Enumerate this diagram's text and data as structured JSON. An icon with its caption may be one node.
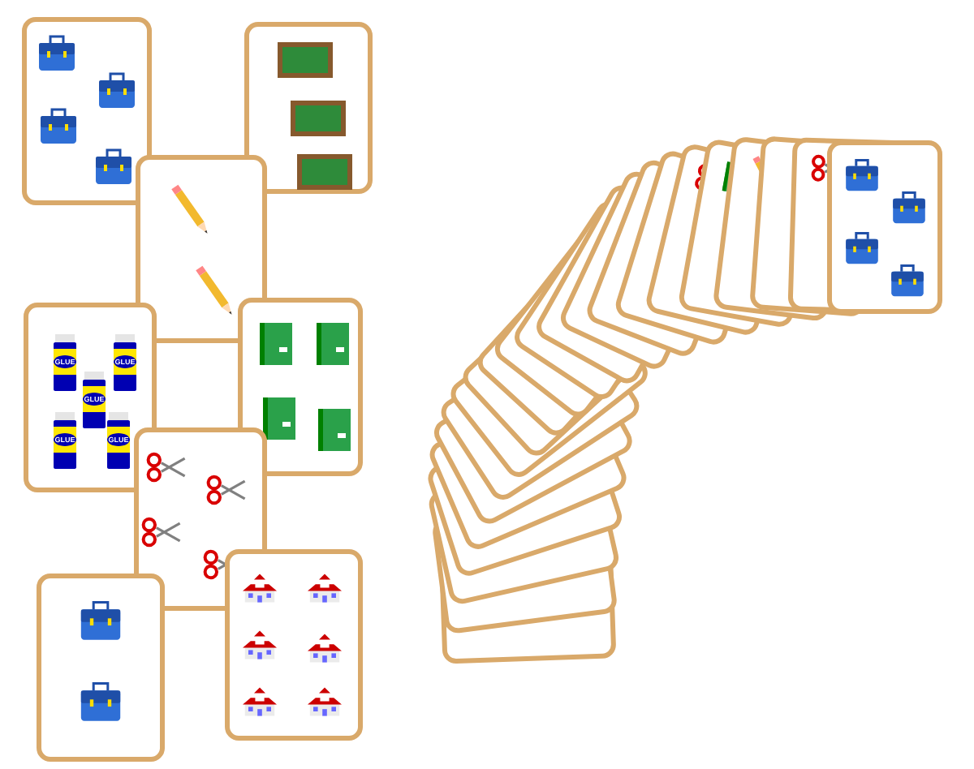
{
  "diagram": {
    "labels": [
      "GLUE",
      "GLUE",
      "GLUE",
      "GLUE",
      "GLUE"
    ]
  }
}
